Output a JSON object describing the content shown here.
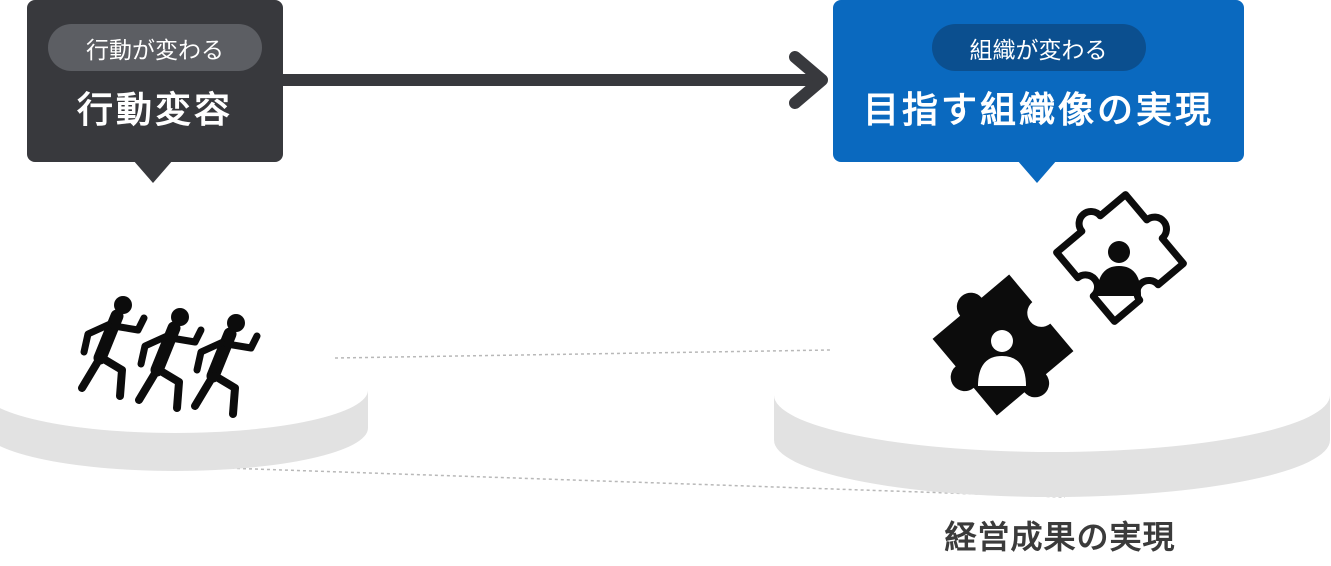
{
  "left_box": {
    "pill": "行動が変わる",
    "title": "行動変容",
    "color": "#38393d",
    "pill_color": "#5c5e63"
  },
  "right_box": {
    "pill": "組織が変わる",
    "title": "目指す組織像の実現",
    "color": "#0a69bf",
    "pill_color": "#0b4f8f"
  },
  "bottom_label": "経営成果の実現",
  "icons": {
    "left": "running-people-icon",
    "right": "puzzle-people-icon"
  },
  "colors": {
    "arrow": "#38393d",
    "platform": "#e2e2e2",
    "dashed_line": "#b8b8b8"
  }
}
